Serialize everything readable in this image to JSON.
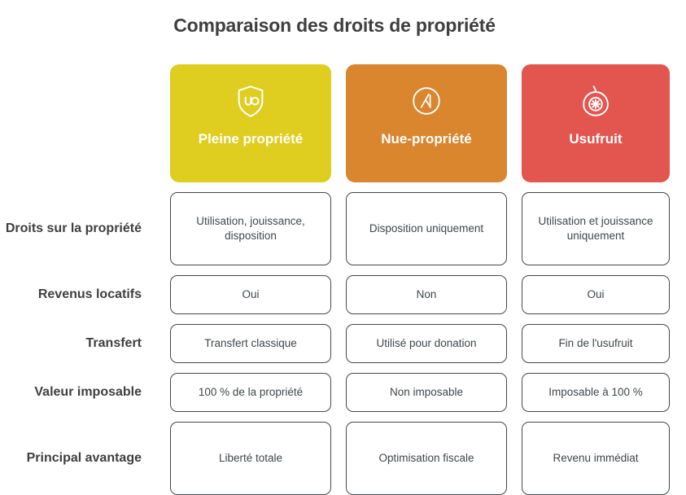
{
  "title": "Comparaison des droits de propriété",
  "colors": {
    "full_ownership": "#dfcd1f",
    "bare_ownership": "#d9862f",
    "usufruct": "#e3564f",
    "text": "#3f3f3f",
    "cell_border": "#44484a",
    "background": "#ffffff"
  },
  "columns": [
    {
      "label": "Pleine propriété",
      "icon": "shield-icon",
      "color_key": "full_ownership"
    },
    {
      "label": "Nue-propriété",
      "icon": "circle-peak-icon",
      "color_key": "bare_ownership"
    },
    {
      "label": "Usufruit",
      "icon": "fig-fruit-icon",
      "color_key": "usufruct"
    }
  ],
  "rows": [
    {
      "label": "Droits sur la propriété",
      "height": "tall",
      "cells": [
        "Utilisation, jouissance, disposition",
        "Disposition uniquement",
        "Utilisation et jouissance uniquement"
      ]
    },
    {
      "label": "Revenus locatifs",
      "height": "short",
      "cells": [
        "Oui",
        "Non",
        "Oui"
      ]
    },
    {
      "label": "Transfert",
      "height": "short",
      "cells": [
        "Transfert classique",
        "Utilisé pour donation",
        "Fin de l'usufruit"
      ]
    },
    {
      "label": "Valeur imposable",
      "height": "short",
      "cells": [
        "100 % de la propriété",
        "Non imposable",
        "Imposable à 100 %"
      ]
    },
    {
      "label": "Principal avantage",
      "height": "tall",
      "cells": [
        "Liberté totale",
        "Optimisation fiscale",
        "Revenu immédiat"
      ]
    }
  ]
}
